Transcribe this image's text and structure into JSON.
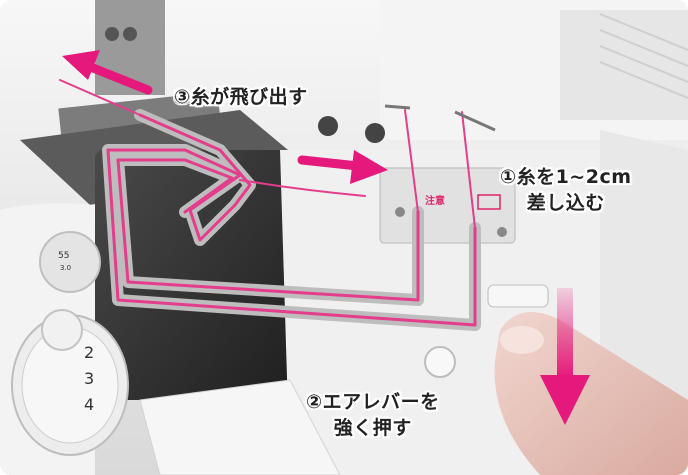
{
  "captions": {
    "step3": "③糸が飛び出す",
    "step1_line1": "①糸を1~2cm",
    "step1_line2": "差し込む",
    "step2_line1": "②エアレバーを",
    "step2_line2": "強く押す"
  },
  "machine": {
    "caution_label": "注意",
    "dial_numbers": [
      "2",
      "3",
      "4"
    ],
    "small_dial_numbers": [
      "55",
      "3.0"
    ]
  },
  "colors": {
    "accent_pink": "#e5197c",
    "thread_pink": "#e33d8c",
    "machine_white": "#f2f2f2",
    "machine_shadow": "#cfcfcf",
    "interior_dark": "#3a3a3a"
  },
  "icons": {
    "arrow_up_left": "arrow-up-left-icon",
    "arrow_right": "arrow-right-icon",
    "arrow_down": "arrow-down-icon"
  }
}
